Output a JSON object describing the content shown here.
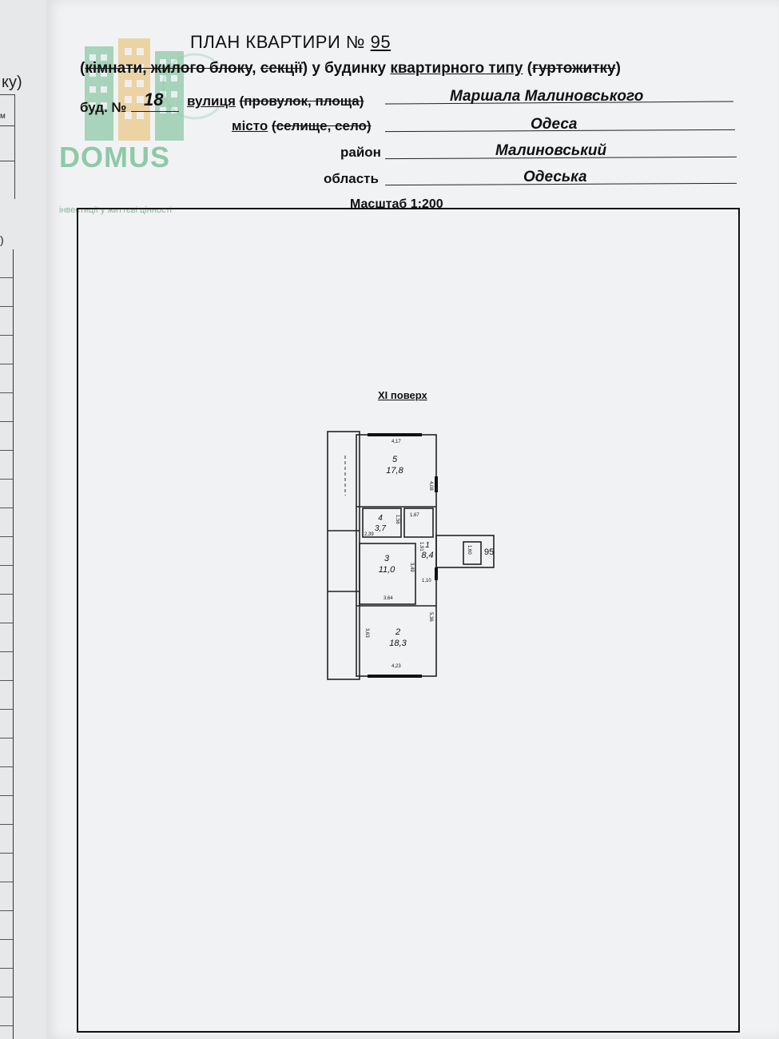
{
  "left_page": {
    "fragment": "ку)",
    "fragment2": "м"
  },
  "logo": {
    "word": "DOMUS",
    "tagline": "інвестиції у життєві цінності"
  },
  "header": {
    "title_prefix": "ПЛАН КВАРТИРИ №",
    "apartment_number": "95",
    "subtitle": {
      "open": "(",
      "struck1": "кімнати, жилого блоку",
      "sep1": ", ",
      "struck2": "секції",
      "middle": ") у будинку ",
      "underlined": "квартирного типу",
      "middle2": " (",
      "struck3": "гуртожитку",
      "close": ")"
    }
  },
  "fields": {
    "building_label": "буд. №",
    "building_value": "18",
    "street_label": "вулиця",
    "street_struck": "(провулок, площа)",
    "street_value": "Маршала Малиновського",
    "city_label": "місто",
    "city_struck": "(селище, село)",
    "city_value": "Одеса",
    "district_label": "район",
    "district_value": "Малиновський",
    "region_label": "область",
    "region_value": "Одеська"
  },
  "scale": {
    "label": "Масштаб",
    "value": "1:200"
  },
  "plan": {
    "floor_label": "XI поверх",
    "apartment_tag": "95",
    "rooms": [
      {
        "id": "5",
        "area": "17,8"
      },
      {
        "id": "4",
        "area": "3,7"
      },
      {
        "id": "3",
        "area": "11,0"
      },
      {
        "id": "2",
        "area": "18,3"
      },
      {
        "id": "1",
        "area": "8,4"
      }
    ],
    "dimensions": {
      "d_4_17": "4,17",
      "d_4_08": "4,08",
      "d_1_67": "1,67",
      "d_1_56": "1,56",
      "d_2_39": "2,39",
      "d_1_91": "1,91",
      "d_1_60": "1,60",
      "d_3_49": "3,49",
      "d_1_10": "1,10",
      "d_3_64": "3,64",
      "d_5_36": "5,36",
      "d_3_63": "3,63",
      "d_4_23": "4,23"
    }
  },
  "colors": {
    "paper": "#f1f2f4",
    "ink": "#111111",
    "logo_green": "#8fc9a8",
    "logo_accent": "#e9c98a"
  }
}
